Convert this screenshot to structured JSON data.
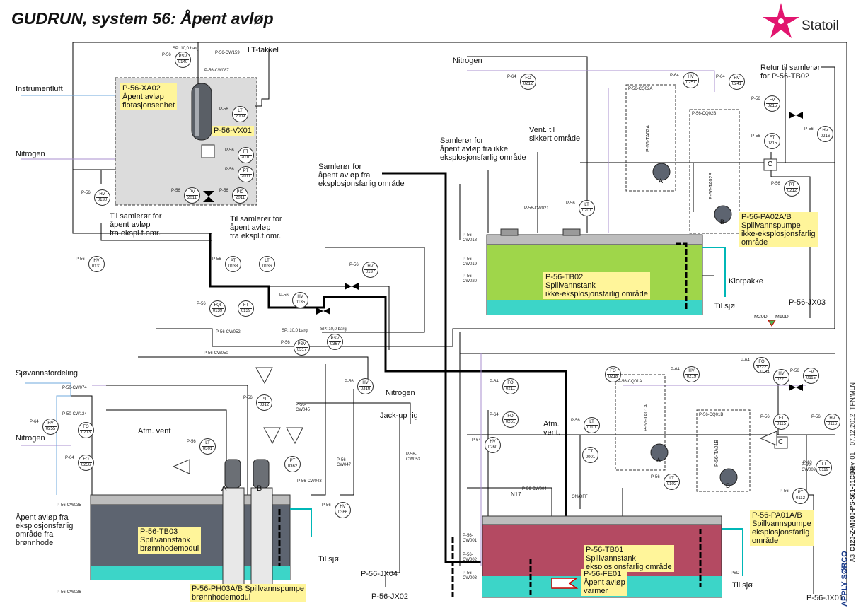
{
  "header": {
    "title": "GUDRUN, system 56: Åpent avløp",
    "logo_text": "Statoil"
  },
  "colors": {
    "main_line": "#000000",
    "instrument_line": "#a88fcf",
    "signal_line": "#6fa8dc",
    "cyan_line": "#00b7b7",
    "tank_tb02_fill": "#9fd64a",
    "tank_tb01_fill": "#b44a62",
    "tank_tb03_fill": "#5d6470",
    "water_fill": "#3cd5c8",
    "skid_fill": "#dcdcdc",
    "label_bg": "#fff59a"
  },
  "equipment_labels": {
    "xa02": "P-56-XA02\nÅpent avløp\nflotasjonsenhet",
    "vx01": "P-56-VX01",
    "tb02": "P-56-TB02\nSpillvannstank\nikke-eksplosjonsfarlig område",
    "pa02": "P-56-PA02A/B\nSpillvannspumpe\nikke-eksplosjonsfarlig\nområde",
    "tb03": "P-56-TB03\nSpillvannstank\nbrønnhodemodul",
    "ph03": "P-56-PH03A/B Spillvannspumpe\nbrønnhodemodul",
    "tb01": "P-56-TB01\nSpillvannstank\neksplosjonsfarlig område",
    "fe01": "P-56-FE01\nÅpent avløp\nvarmer",
    "pa01": "P-56-PA01A/B\nSpillvannspumpe\neksplosjonsfarlig\nområde"
  },
  "flow_labels": {
    "instrumentluft": "Instrumentluft",
    "nitrogen_left": "Nitrogen",
    "lt_fakkel": "LT-fakkel",
    "til_samleror_a": "Til samlerør for\nåpent avløp\nfra ekspl.f.omr.",
    "til_samleror_b": "Til samlerør for\nåpent avløp\nfra ekspl.f.omr.",
    "nitrogen_top": "Nitrogen",
    "samleror_ikke": "Samlerør for\nåpent avløp fra ikke\neksplosjonsfarlig område",
    "vent_sikkert": "Vent. til\nsikkert område",
    "samleror_fra": "Samlerør for\nåpent avløp fra\neksplosjonsfarlig område",
    "retur": "Retur til samlerør\nfor P-56-TB02",
    "klorpakke": "Klorpakke",
    "til_sjo": "Til sjø",
    "jx03": "P-56-JX03",
    "m20d": "M20D",
    "m10d": "M10D",
    "sjovann": "Sjøvannsfordeling",
    "nitrogen_bottom": "Nitrogen",
    "atm_vent_left": "Atm. vent",
    "atm_vent_right": "Atm.\nvent.",
    "nitrogen_mid": "Nitrogen",
    "jackup": "Jack-up rig",
    "apent_avlop_bronn": "Åpent avløp fra\neksplosjonsfarlig\nområde fra\nbrønnhode",
    "jx04": "P-56-JX04",
    "jx02": "P-56-JX02",
    "jx01": "P-56-JX01",
    "pump_a_left": "A",
    "pump_b_left": "B",
    "pump_a_tb02": "A",
    "pump_b_tb02": "B",
    "pump_a_tb01": "A",
    "pump_b_tb01": "B",
    "c_top": "C",
    "c_bottom": "C",
    "n17": "N17"
  },
  "sidebar": {
    "doc_number": "C123-Z-M000-PS-561-01CDR",
    "sheet": "A3",
    "rev": "Rev. 01",
    "date": "07.12.2012",
    "author": "TFN/MLN",
    "company": "APPLY SØRCO"
  },
  "instruments": [
    {
      "id": "psv0140",
      "hdr": "PSV",
      "num": "0140",
      "pre": "P-56"
    },
    {
      "id": "lt2009",
      "hdr": "LT",
      "num": "2009",
      "pre": "P-56"
    },
    {
      "id": "ft2010",
      "hdr": "FT",
      "num": "2010",
      "pre": "P-56"
    },
    {
      "id": "pt2011",
      "hdr": "PT",
      "num": "2011",
      "pre": "P-56"
    },
    {
      "id": "pv2011",
      "hdr": "PV",
      "num": "2011",
      "pre": "P-56"
    },
    {
      "id": "pic2011",
      "hdr": "PIC",
      "num": "2011",
      "pre": "P-56"
    },
    {
      "id": "hv0130",
      "hdr": "HV",
      "num": "0130",
      "pre": "P-56"
    },
    {
      "id": "hv0131",
      "hdr": "HV",
      "num": "0131",
      "pre": "P-56"
    },
    {
      "id": "at0138",
      "hdr": "AT",
      "num": "0138",
      "pre": "P-56"
    },
    {
      "id": "lt0136",
      "hdr": "LT",
      "num": "0136",
      "pre": ""
    },
    {
      "id": "hv0137",
      "hdr": "HV",
      "num": "0137",
      "pre": "P-56"
    },
    {
      "id": "hv0135",
      "hdr": "HV",
      "num": "0135",
      "pre": "P-56"
    },
    {
      "id": "fqi0139",
      "hdr": "FQI",
      "num": "0139",
      "pre": "P-56"
    },
    {
      "id": "ft0139",
      "hdr": "FT",
      "num": "0139",
      "pre": ""
    },
    {
      "id": "psv0367",
      "hdr": "PSV",
      "num": "0367",
      "pre": ""
    },
    {
      "id": "psv0317",
      "hdr": "PSV",
      "num": "0317",
      "pre": "P-56"
    },
    {
      "id": "fo0212",
      "hdr": "FO",
      "num": "0212",
      "pre": "P-64"
    },
    {
      "id": "hv0251",
      "hdr": "HV",
      "num": "0251",
      "pre": "P-64"
    },
    {
      "id": "hv0241",
      "hdr": "HV",
      "num": "0241",
      "pre": "P-64"
    },
    {
      "id": "fv0215",
      "hdr": "FV",
      "num": "0215",
      "pre": "P-56"
    },
    {
      "id": "ft0215",
      "hdr": "FT",
      "num": "0215",
      "pre": "P-56"
    },
    {
      "id": "hv0216",
      "hdr": "HV",
      "num": "0216",
      "pre": "P-56"
    },
    {
      "id": "pt0212",
      "hdr": "PT",
      "num": "0212",
      "pre": "P-56"
    },
    {
      "id": "lt0201",
      "hdr": "LT",
      "num": "0201",
      "pre": "P-56"
    },
    {
      "id": "hv0316",
      "hdr": "HV",
      "num": "0316",
      "pre": "P-56"
    },
    {
      "id": "pt0312",
      "hdr": "PT",
      "num": "0312",
      "pre": "P-56"
    },
    {
      "id": "lt0301",
      "hdr": "LT",
      "num": "0301",
      "pre": "P-56"
    },
    {
      "id": "pt0362",
      "hdr": "PT",
      "num": "0362",
      "pre": ""
    },
    {
      "id": "hv0366",
      "hdr": "HV",
      "num": "0366",
      "pre": "P-56"
    },
    {
      "id": "hv0255",
      "hdr": "HV",
      "num": "0255",
      "pre": "P-64"
    },
    {
      "id": "fo0213",
      "hdr": "FO",
      "num": "0213",
      "pre": ""
    },
    {
      "id": "fo0256",
      "hdr": "FO",
      "num": "0256",
      "pre": "P-64"
    },
    {
      "id": "fo0211",
      "hdr": "FO",
      "num": "0211",
      "pre": "P-64"
    },
    {
      "id": "fo0261",
      "hdr": "FO",
      "num": "0261",
      "pre": "P-64"
    },
    {
      "id": "hv0260",
      "hdr": "HV",
      "num": "0260",
      "pre": "P-64"
    },
    {
      "id": "fo0218",
      "hdr": "FO",
      "num": "0218",
      "pre": ""
    },
    {
      "id": "hv0219",
      "hdr": "HV",
      "num": "0219",
      "pre": "P-64"
    },
    {
      "id": "fo0222",
      "hdr": "FO",
      "num": "0222",
      "pre": "P-64"
    },
    {
      "id": "hv0221",
      "hdr": "HV",
      "num": "0221",
      "pre": "P-64"
    },
    {
      "id": "fv0115",
      "hdr": "FV",
      "num": "0115",
      "pre": "P-56"
    },
    {
      "id": "ft0115",
      "hdr": "FT",
      "num": "0115",
      "pre": "P-56"
    },
    {
      "id": "hv0116",
      "hdr": "HV",
      "num": "0116",
      "pre": "P-56"
    },
    {
      "id": "lt0101",
      "hdr": "LT",
      "num": "0101",
      "pre": "P-56"
    },
    {
      "id": "tt0001",
      "hdr": "TT",
      "num": "0001",
      "pre": ""
    },
    {
      "id": "lt0102",
      "hdr": "LT",
      "num": "0102",
      "pre": "P-56"
    },
    {
      "id": "tt0119",
      "hdr": "TT",
      "num": "0119",
      "pre": "P-13"
    },
    {
      "id": "pt0112",
      "hdr": "PT",
      "num": "0112",
      "pre": "P-56"
    }
  ],
  "line_tags": {
    "cw159": "P-56-CW159",
    "cw087": "P-56-CW087",
    "cw052": "P-56-CW052",
    "cw050": "P-56-CW050",
    "cw074": "P-50-CW074",
    "cw124": "P-50-CW124",
    "cw035": "P-56-CW035",
    "cw036": "P-56-CW036",
    "cw045": "P-56-\nCW045",
    "cw047": "P-56-\nCW047",
    "cw043": "P-56-CW043",
    "cw053": "P-56-\nCW053",
    "cw021": "P-56-CW021",
    "cw018": "P-56-\nCW018",
    "cw019": "P-56-\nCW019",
    "cw020": "P-56-\nCW020",
    "cw004": "P-56-CW004",
    "cw001": "P-56-\nCW001",
    "cw002": "P-56-\nCW002",
    "cw003": "P-56-\nCW003",
    "cw009": "P-56-\nCW009",
    "cq02a": "P-56-CQ02A",
    "cq02b": "P-56-CQ02B",
    "cq01a": "P-56-CQ01A",
    "cq01b": "P-56-CQ01B",
    "ta02a": "P-56-TA02A",
    "ta02b": "P-56-TA02B",
    "ta01a": "P-56-TA01A",
    "ta01b": "P-56-TA01B",
    "sp_top": "SP: 10,0 barg",
    "sp_mid": "SP: 10,0 barg",
    "sp_mid2": "SP: 10,0 barg",
    "psd": "PSD",
    "onoff": "ON/OFF"
  }
}
